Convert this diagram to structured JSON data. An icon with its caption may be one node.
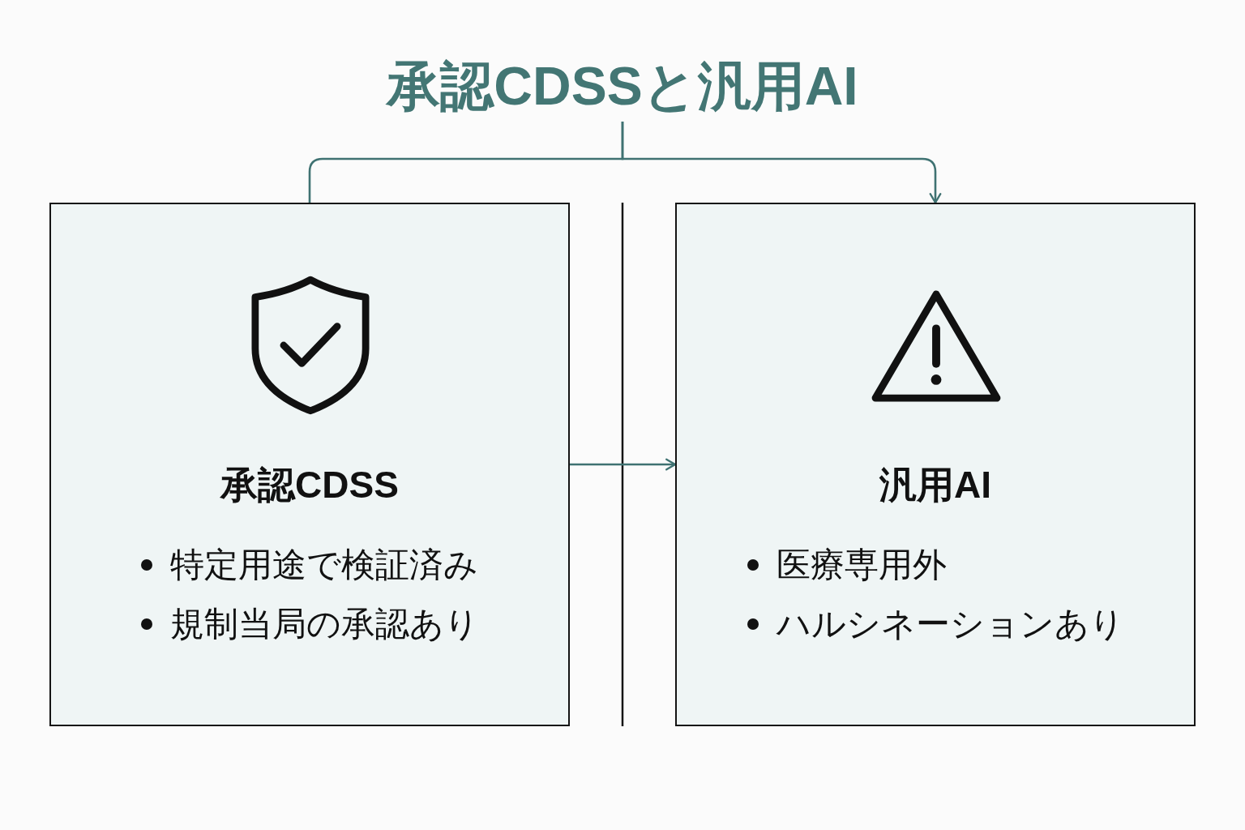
{
  "diagram": {
    "nodes": [
      {
        "text": [
          "承認CDSSと汎用AI"
        ]
      },
      {
        "text": [
          "承認CDSS",
          "特定用途で検証済み",
          "規制当局の承認あり"
        ]
      },
      {
        "text": [
          "汎用AI",
          "医療専用外",
          "ハルシネーションあり"
        ]
      }
    ],
    "edges": [
      {
        "from": 0,
        "to": 1,
        "arrow": "none"
      },
      {
        "from": 0,
        "to": 2,
        "arrow": "to"
      },
      {
        "from": 1,
        "to": 2,
        "arrow": "to"
      }
    ]
  }
}
